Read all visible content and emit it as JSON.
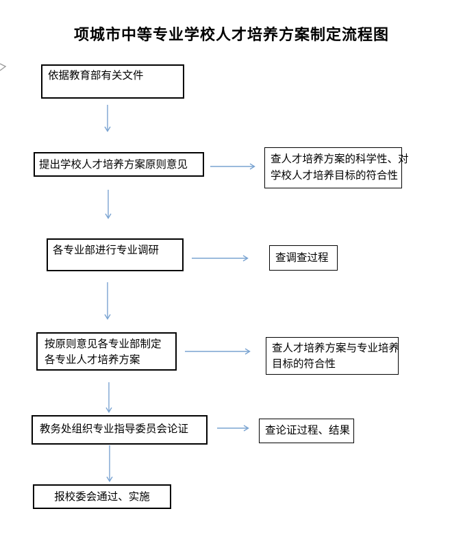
{
  "page": {
    "title": "项城市中等专业学校人才培养方案制定流程图"
  },
  "colors": {
    "arrow": "#79a3d1",
    "box_border": "#000000",
    "background": "#ffffff",
    "artifact_gray": "#9a9a9a"
  },
  "flowchart": {
    "steps": {
      "step1": {
        "label": "依据教育部有关文件"
      },
      "step2": {
        "label": "提出学校人才培养方案原则意见"
      },
      "step3": {
        "label": "各专业部进行专业调研"
      },
      "step4": {
        "lines": [
          "按原则意见各专业部制定",
          "各专业人才培养方案"
        ]
      },
      "step5": {
        "label": "教务处组织专业指导委员会论证"
      },
      "step6": {
        "label": "报校委会通过、实施"
      }
    },
    "checks": {
      "check2": {
        "lines": [
          "查人才培养方案的科学性、对",
          "学校人才培养目标的符合性"
        ]
      },
      "check3": {
        "label": "查调查过程"
      },
      "check4": {
        "lines": [
          "查人才培养方案与专业培养",
          "目标的符合性"
        ]
      },
      "check5": {
        "label": "查论证过程、结果"
      }
    }
  }
}
